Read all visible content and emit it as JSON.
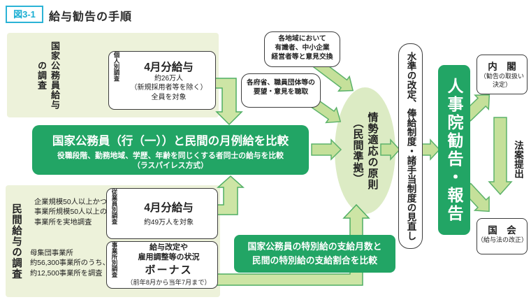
{
  "header": {
    "badge": "図3-1",
    "title": "給与勧告の手順"
  },
  "national_survey": {
    "label_line1": "国家公務員給与",
    "label_line2": "の調査",
    "box": {
      "survey_type": "個人別調査",
      "title": "4月分給与",
      "line1": "約26万人",
      "line2": "（新規採用者等を除く）",
      "line3": "全員を対象"
    }
  },
  "monthly_compare": {
    "title": "国家公務員（行（一））と民間の月例給を比較",
    "sub1": "役職段階、勤務地域、学歴、年齢を同じくする者同士の給与を比較",
    "sub2": "（ラスパイレス方式）"
  },
  "private_survey": {
    "label": "民間給与の調査",
    "note1_line1": "企業規模50人以上かつ",
    "note1_line2": "事業所規模50人以上の",
    "note1_line3": "事業所を実地調査",
    "employee_box": {
      "survey_type": "従業員別調査",
      "title": "4月分給与",
      "line1": "約49万人を対象"
    },
    "note2_line1": "母集団事業所",
    "note2_line2": "約56,300事業所のうち、",
    "note2_line3": "約12,500事業所を調査",
    "establishment_box": {
      "survey_type": "事業所別調査",
      "line1": "給与改定や",
      "line2": "雇用調整等の状況",
      "title": "ボーナス",
      "line3": "（前年8月から当年7月まで）"
    }
  },
  "hearing_regional": {
    "line1": "各地域において",
    "line2": "有識者、中小企業",
    "line3": "経営者等と意見交換"
  },
  "hearing_ministries": {
    "line1": "各府省、職員団体等の",
    "line2": "要望・意見を聴取"
  },
  "principle": {
    "line1": "情勢適応の原則",
    "line2": "（民間準拠）"
  },
  "bonus_compare": {
    "line1": "国家公務員の特別給の支給月数と",
    "line2": "民間の特別給の支給割合を比較"
  },
  "revision": {
    "label": "水準の改定、俸給制度・諸手当制度の見直し"
  },
  "npa_recommendation": {
    "label": "人事院勧告・報告"
  },
  "cabinet": {
    "title": "内　閣",
    "sub_line1": "（勧告の取扱い",
    "sub_line2": "決定）"
  },
  "bill_submission": {
    "label": "法案提出"
  },
  "diet": {
    "title": "国　会",
    "sub": "（給与法の改正）"
  },
  "colors": {
    "accent_green": "#22a565",
    "panel_green": "#edf2da",
    "ellipse_green": "#dcebc4",
    "arrow_fill": "#c5e09a",
    "arrow_stroke": "#5cb26a",
    "badge_cyan": "#2bb3d6"
  }
}
